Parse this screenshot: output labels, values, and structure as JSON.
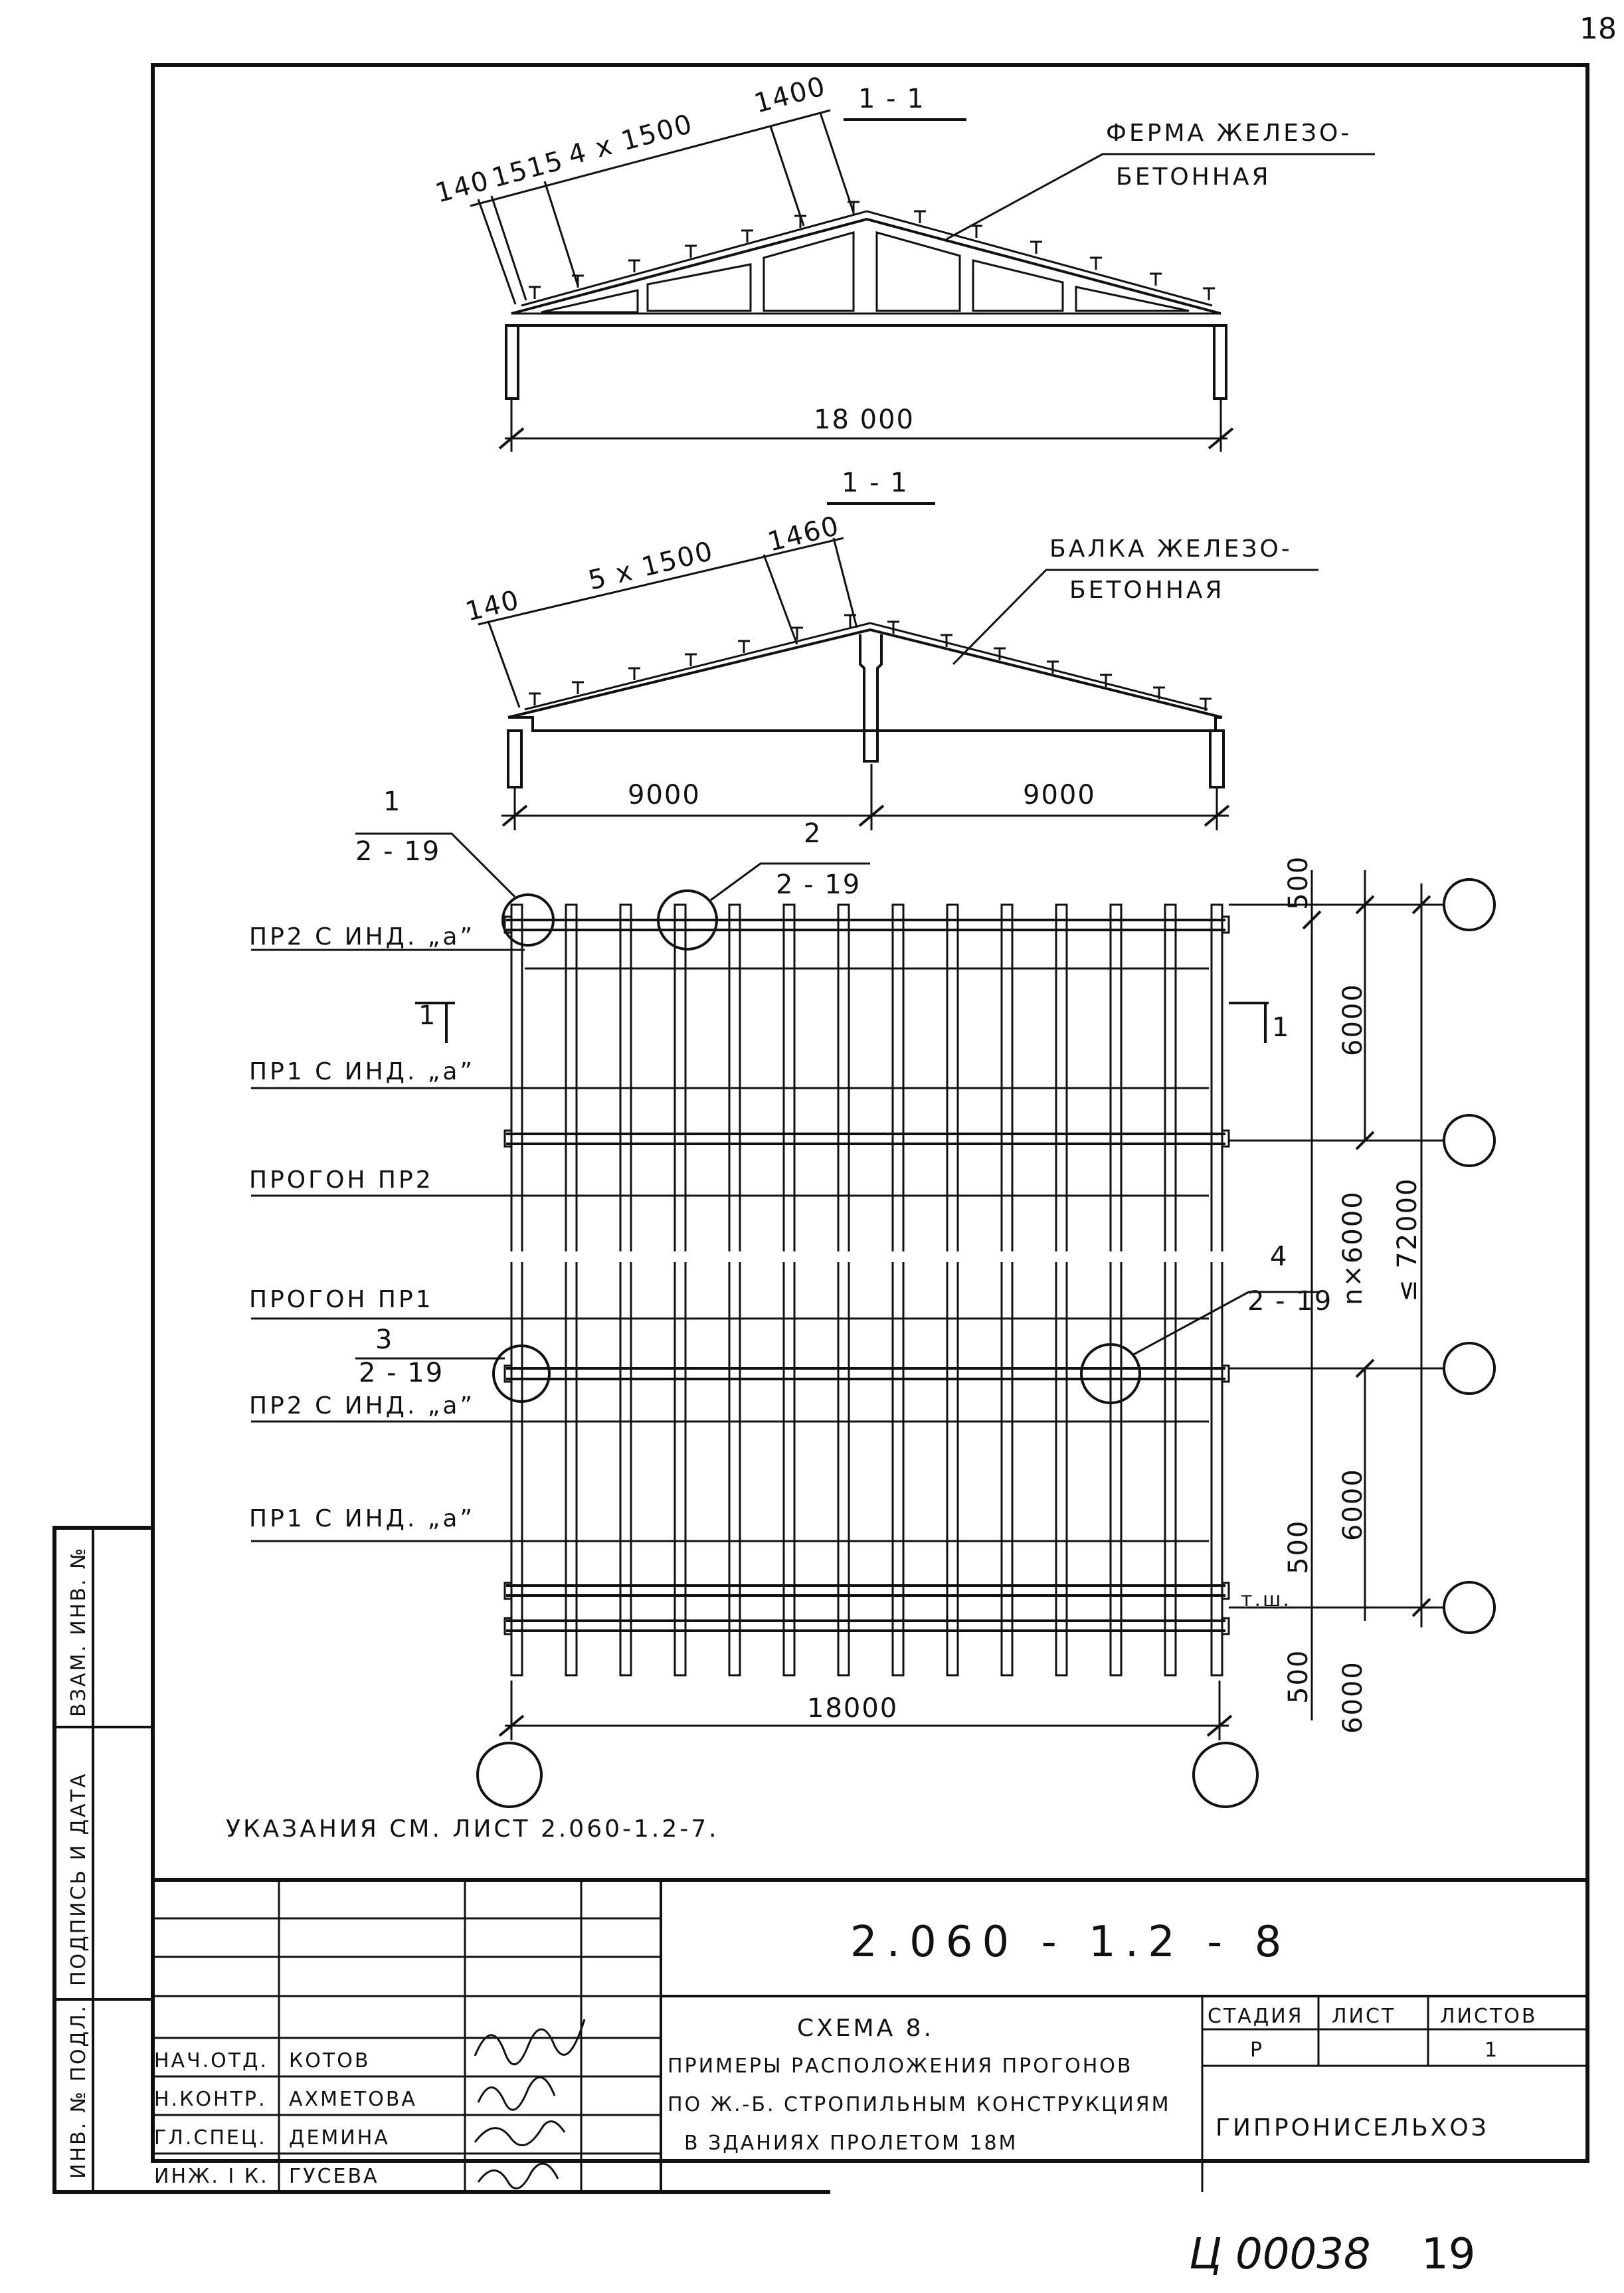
{
  "sheet": {
    "page_number": "18",
    "archive_code": "Ц 00038",
    "archive_number": "19",
    "instructions": "УКАЗАНИЯ СМ. ЛИСТ 2.060-1.2-7."
  },
  "section_truss": {
    "title": "1 - 1",
    "label_line1": "ФЕРМА ЖЕЛЕЗО-",
    "label_line2": "БЕТОННАЯ",
    "dim_140": "140",
    "dim_1515": "1515",
    "dim_4x1500": "4 x 1500",
    "dim_1400": "1400",
    "dim_span": "18 000"
  },
  "section_beam": {
    "title": "1 - 1",
    "label_line1": "БАЛКА ЖЕЛЕЗО-",
    "label_line2": "БЕТОННАЯ",
    "dim_140": "140",
    "dim_5x1500": "5 x 1500",
    "dim_1460": "1460",
    "dim_left": "9000",
    "dim_right": "9000"
  },
  "plan": {
    "callouts": [
      {
        "num": "1",
        "sheet": "2 - 19"
      },
      {
        "num": "2",
        "sheet": "2 - 19"
      },
      {
        "num": "3",
        "sheet": "2 - 19"
      },
      {
        "num": "4",
        "sheet": "2 - 19"
      }
    ],
    "labels": {
      "pr2_a_top": "ПР2 С ИНД. „a”",
      "pr1_a_top": "ПР1 С ИНД. „a”",
      "progon_pr2": "ПРОГОН ПР2",
      "progon_pr1": "ПРОГОН ПР1",
      "pr2_a_bottom": "ПР2 С ИНД. „a”",
      "pr1_a_bottom": "ПР1 С ИНД. „a”"
    },
    "section_mark": "1",
    "dims": {
      "top_500": "500",
      "bay_6000_a": "6000",
      "n_x_6000": "n×6000",
      "total": "≤ 72000",
      "bay_6000_b": "6000",
      "joint_500_a": "500",
      "joint_tsh": "т.ш.",
      "joint_500_b": "500",
      "bay_6000_c": "6000",
      "width": "18000"
    }
  },
  "title_block": {
    "doc_code": "2.060 - 1.2 - 8",
    "title_line1": "СХЕМА 8.",
    "title_line2": "ПРИМЕРЫ РАСПОЛОЖЕНИЯ ПРОГОНОВ",
    "title_line3": "ПО Ж.-Б. СТРОПИЛЬНЫМ КОНСТРУКЦИЯМ",
    "title_line4": "В ЗДАНИЯХ ПРОЛЕТОМ 18М",
    "stage_header": "СТАДИЯ",
    "sheet_header": "ЛИСТ",
    "sheets_header": "ЛИСТОВ",
    "stage": "Р",
    "sheets": "1",
    "organization": "ГИПРОНИСЕЛЬХОЗ",
    "staff": [
      {
        "role": "НАЧ.ОТД.",
        "name": "КОТОВ"
      },
      {
        "role": "Н.КОНТР.",
        "name": "АХМЕТОВА"
      },
      {
        "role": "ГЛ.СПЕЦ.",
        "name": "ДЕМИНА"
      },
      {
        "role": "ИНЖ. I К.",
        "name": "ГУСЕВА"
      }
    ]
  },
  "side_stamp": {
    "inv_podl": "ИНВ. № ПОДЛ.",
    "podpis_data": "ПОДПИСЬ И ДАТА",
    "vzam_inv": "ВЗАМ. ИНВ. №"
  }
}
